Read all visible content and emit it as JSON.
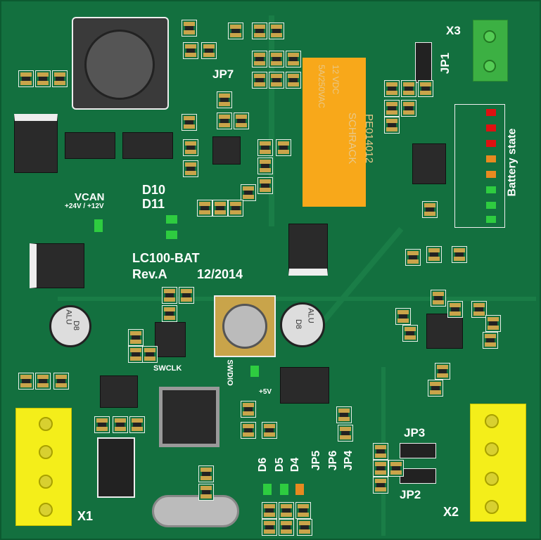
{
  "board": {
    "name": "LC100-BAT",
    "revision": "Rev.A",
    "date": "12/2014",
    "colors": {
      "solder_mask": "#13703f",
      "pad": "#c9a44a",
      "relay": "#f8a81a",
      "connector_yellow": "#f4ee1a",
      "connector_green": "#3cb043",
      "led_green": "#2ecc40",
      "led_red": "#d11",
      "led_orange": "#e88a20"
    }
  },
  "relay": {
    "part": "PE014012",
    "brand": "SCHRACK",
    "coil": "12 VDC",
    "rating": "5A/250VAC"
  },
  "labels": {
    "x3": "X3",
    "jp1": "JP1",
    "jp7": "JP7",
    "battery_state": "Battery state",
    "vcan": "VCAN",
    "vcan_voltages": "+24V / +12V",
    "d10": "D10",
    "d11": "D11",
    "swclk": "SWCLK",
    "swdio": "SWDIO",
    "plus5v": "+5V",
    "d6": "D6",
    "d5": "D5",
    "d4": "D4",
    "jp5": "JP5",
    "jp6": "JP6",
    "jp4": "JP4",
    "jp3": "JP3",
    "jp2": "JP2",
    "x1": "X1",
    "x2": "X2"
  },
  "capacitors": [
    {
      "label": "ALU",
      "value": "D8"
    },
    {
      "label": "ALU",
      "value": "D8"
    }
  ]
}
